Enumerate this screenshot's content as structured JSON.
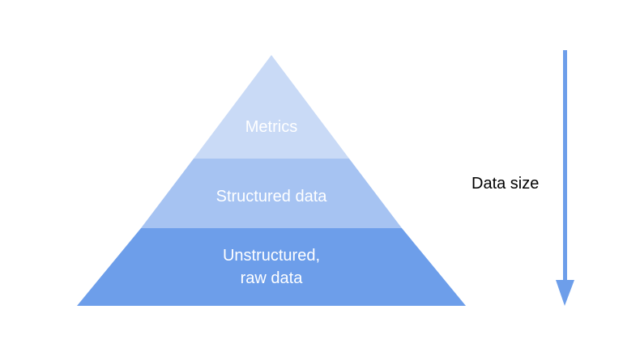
{
  "pyramid": {
    "tiers": [
      {
        "id": "top",
        "lines": [
          "Metrics"
        ],
        "color": "#c9daf6"
      },
      {
        "id": "middle",
        "lines": [
          "Structured data"
        ],
        "color": "#a6c3f2"
      },
      {
        "id": "bottom",
        "lines": [
          "Unstructured,",
          "raw data"
        ],
        "color": "#6d9eea"
      }
    ]
  },
  "arrow": {
    "label": "Data size",
    "color": "#6d9eea",
    "direction": "down"
  }
}
